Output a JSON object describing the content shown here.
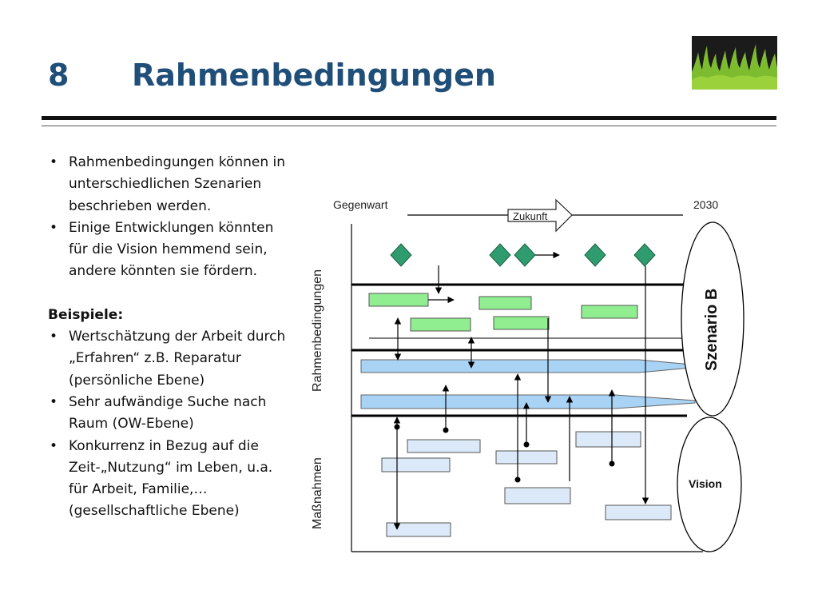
{
  "slide": {
    "number": "8",
    "title": "Rahmenbedingungen"
  },
  "left": {
    "bullets1": [
      "Rahmenbedingungen können in unterschiedlichen Szenarien beschrieben werden.",
      "Einige Entwicklungen könnten für die Vision hemmend sein, andere könnten sie fördern."
    ],
    "heading": "Beispiele:",
    "bullets2": [
      "Wertschätzung der Arbeit durch „Erfahren“ z.B. Reparatur (persönliche Ebene)",
      "Sehr aufwändige Suche nach Raum (OW-Ebene)",
      "Konkurrenz in Bezug auf die Zeit-„Nutzung“ im Leben, u.a. für Arbeit, Familie,… (gesellschaftliche Ebene)"
    ]
  },
  "diagram": {
    "gegenwart": "Gegenwart",
    "year": "2030",
    "zukunft": "Zukunft",
    "axis_top": "Rahmenbedingungen",
    "axis_bottom": "Maßnahmen",
    "scenario": "Szenario B",
    "vision": "Vision",
    "colors": {
      "diamond": "#2e9c6e",
      "green_box": "#90ee90",
      "blue_bar": "#a9d3f5",
      "light_box": "#dce9f8"
    }
  }
}
